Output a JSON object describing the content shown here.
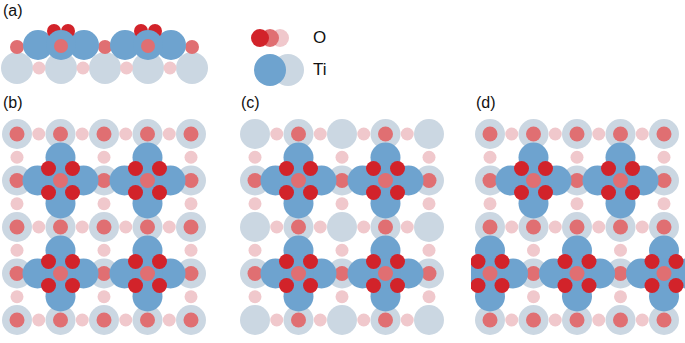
{
  "diagram": {
    "labels": [
      "(a)",
      "(b)",
      "(c)",
      "(d)"
    ],
    "legend": [
      {
        "text": "O",
        "color": "#d2232a"
      },
      {
        "text": "Ti",
        "color": "#6ea3cf"
      }
    ]
  }
}
